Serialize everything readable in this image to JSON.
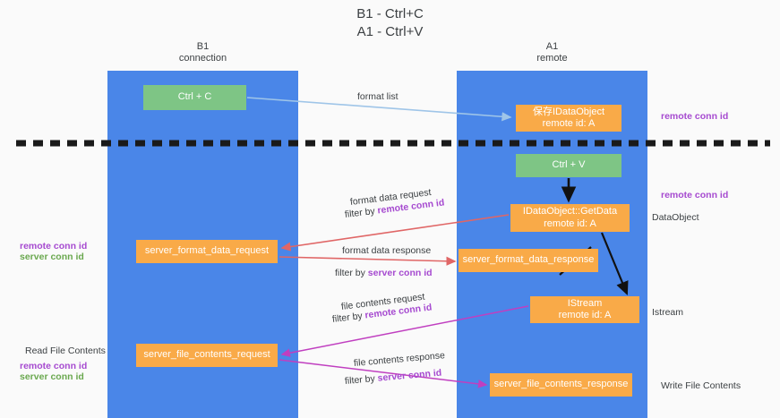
{
  "title": {
    "line1": "B1 - Ctrl+C",
    "line2": "A1 - Ctrl+V"
  },
  "columns": [
    {
      "name": "B1",
      "role": "connection"
    },
    {
      "name": "A1",
      "role": "remote"
    }
  ],
  "boxes": {
    "ctrl_c": {
      "label": "Ctrl + C",
      "color": "#7ec585"
    },
    "save_idataobject": {
      "line1": "保存IDataObject",
      "line2": "remote id: A",
      "color": "#f9aa48"
    },
    "ctrl_v": {
      "label": "Ctrl + V",
      "color": "#7ec585"
    },
    "getdata": {
      "line1": "IDataObject::GetData",
      "line2": "remote id: A",
      "color": "#f9aa48"
    },
    "server_format_data_request": {
      "label": "server_format_data_request",
      "color": "#f9aa48"
    },
    "server_format_data_response": {
      "label": "server_format_data_response",
      "color": "#f9aa48"
    },
    "istream": {
      "line1": "IStream",
      "line2": "remote id: A",
      "color": "#f9aa48"
    },
    "server_file_contents_request": {
      "label": "server_file_contents_request",
      "color": "#f9aa48"
    },
    "server_file_contents_response": {
      "label": "server_file_contents_response",
      "color": "#f9aa48"
    }
  },
  "edge_labels": {
    "format_list": "format list",
    "format_data_request": "format data request",
    "format_data_request_filter_prefix": "filter by ",
    "format_data_request_filter_key": "remote conn id",
    "format_data_response": "format data response",
    "format_data_response_filter_prefix": "filter by ",
    "format_data_response_filter_key": "server conn id",
    "file_contents_request": "file contents request",
    "file_contents_request_filter_prefix": "filter by ",
    "file_contents_request_filter_key": "remote conn id",
    "file_contents_response": "file contents response",
    "file_contents_response_filter_prefix": "filter by ",
    "file_contents_response_filter_key": "server conn id"
  },
  "side_labels": {
    "remote_conn_id_top": "remote conn id",
    "remote_conn_id_mid": "remote conn id",
    "dataobject": "DataObject",
    "istream": "Istream",
    "write_file_contents": "Write File Contents"
  },
  "left_labels": {
    "remote_conn_id_upper": "remote conn id",
    "server_conn_id_upper": "server conn id",
    "read_file_contents": "Read File Contents",
    "remote_conn_id_lower": "remote conn id",
    "server_conn_id_lower": "server conn id"
  },
  "colors": {
    "lane": "#4a86e8",
    "green_box": "#7ec585",
    "orange_box": "#f9aa48",
    "purple_text": "#a64ad0",
    "green_text": "#6aa84f",
    "arrow_light_blue": "#9fc5e8",
    "arrow_red": "#e06666",
    "arrow_magenta": "#c03fc0",
    "arrow_black": "#000000",
    "divider": "#1a1a1a"
  }
}
